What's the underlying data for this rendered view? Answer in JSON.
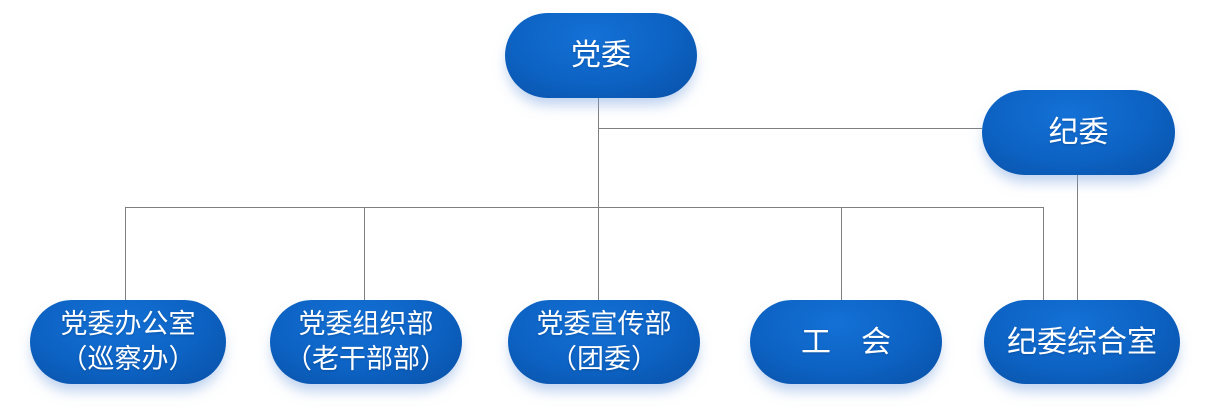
{
  "colors": {
    "background": "#ffffff",
    "node_fill_highlight": "#1471d6",
    "node_fill_mid": "#0d63c4",
    "node_fill_dark": "#0850a6",
    "node_text": "#ffffff",
    "node_shadow": "rgba(125,165,225,0.5)",
    "connector": "#7f7f7f"
  },
  "org_chart": {
    "type": "org-chart",
    "nodes": {
      "party_committee": {
        "label": "党委"
      },
      "discipline_committee": {
        "label": "纪委"
      },
      "party_office": {
        "line1": "党委办公室",
        "line2": "（巡察办）"
      },
      "organization_dept": {
        "line1": "党委组织部",
        "line2": "（老干部部）"
      },
      "propaganda_dept": {
        "line1": "党委宣传部",
        "line2": "（团委）"
      },
      "labor_union": {
        "label": "工　会"
      },
      "discipline_office": {
        "label": "纪委综合室"
      }
    },
    "edges": [
      {
        "from": "党委",
        "to": "纪委"
      },
      {
        "from": "党委",
        "to": "党委办公室（巡察办）"
      },
      {
        "from": "党委",
        "to": "党委组织部（老干部部）"
      },
      {
        "from": "党委",
        "to": "党委宣传部（团委）"
      },
      {
        "from": "党委",
        "to": "工　会"
      },
      {
        "from": "党委",
        "to": "纪委综合室"
      },
      {
        "from": "纪委",
        "to": "纪委综合室"
      }
    ]
  }
}
